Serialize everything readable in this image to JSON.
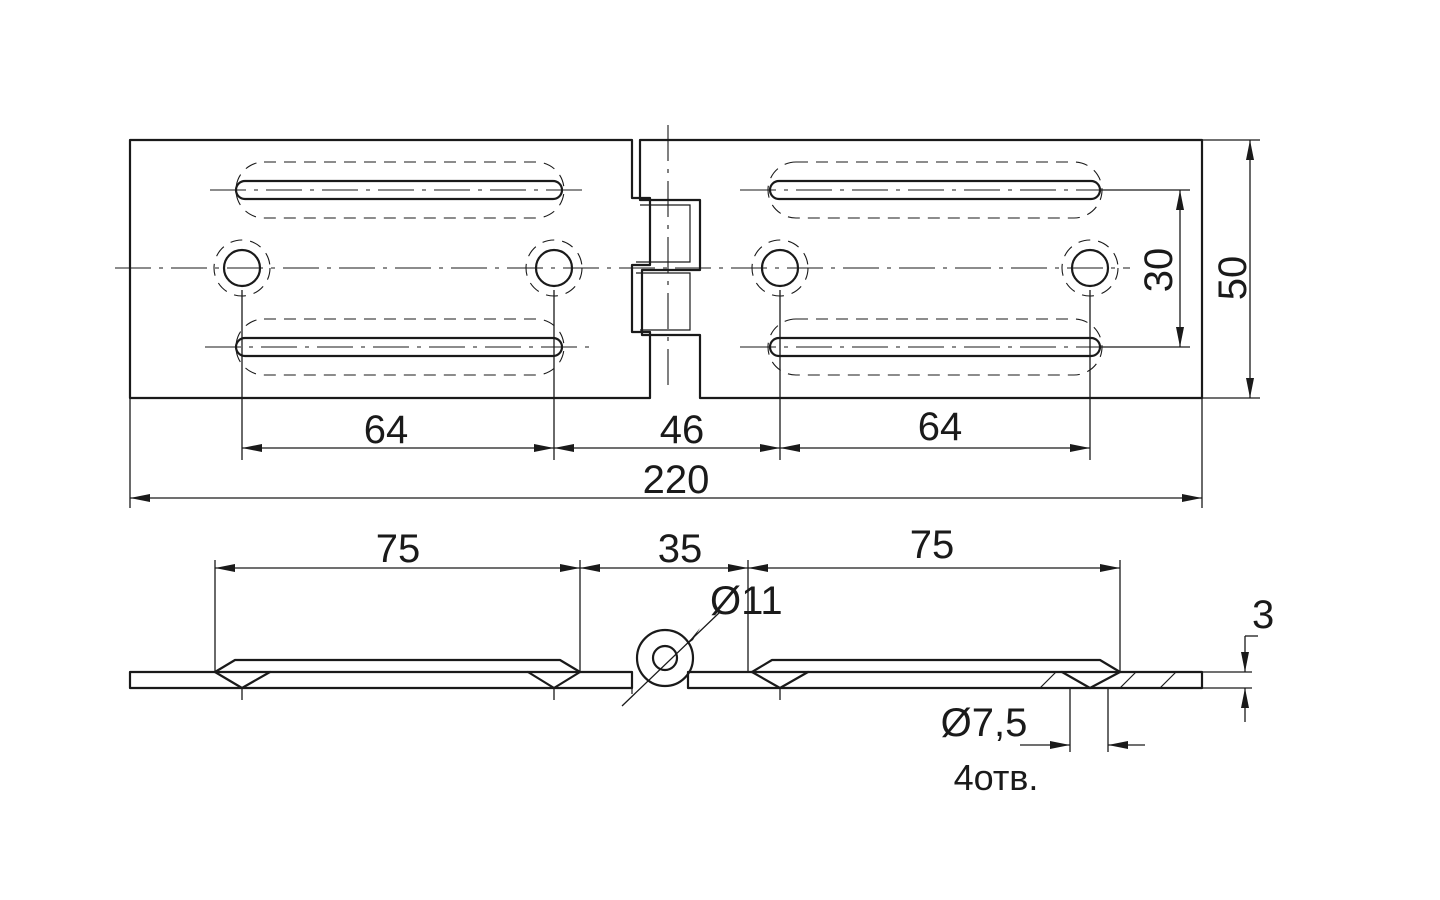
{
  "dimensions": {
    "slot_spacing_left": "64",
    "hole_spacing_middle": "46",
    "slot_spacing_right": "64",
    "overall_length": "220",
    "row_spacing": "30",
    "overall_width": "50",
    "leaf_left": "75",
    "knuckle": "35",
    "leaf_right": "75",
    "pin_diameter": "Ø11",
    "thickness": "3",
    "hole_diameter": "Ø7,5",
    "hole_count": "4отв."
  }
}
